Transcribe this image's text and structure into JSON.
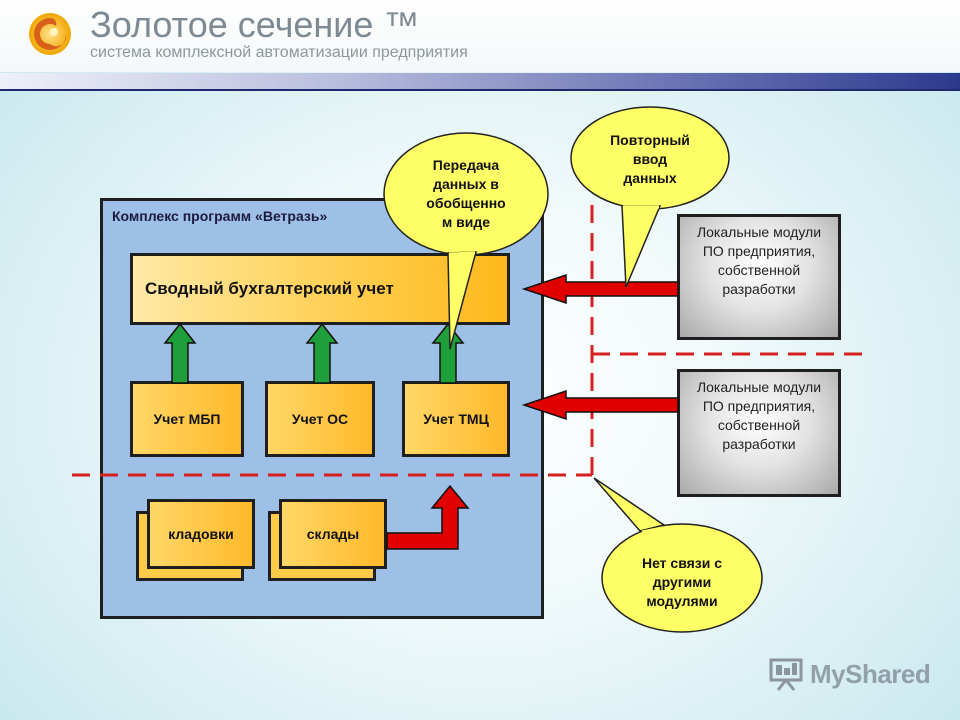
{
  "header": {
    "title": "Золотое сечение ™",
    "subtitle": "система комплексной автоматизации предприятия"
  },
  "complex": {
    "label": "Комплекс программ «Ветразь»",
    "summary": "Сводный бухгалтерский учет",
    "modules": [
      "Учет МБП",
      "Учет ОС",
      "Учет ТМЦ"
    ],
    "storage": [
      "кладовки",
      "склады"
    ]
  },
  "local_modules": [
    {
      "lines": [
        "Локальные модули",
        "ПО предприятия,",
        "собственной",
        "разработки"
      ]
    },
    {
      "lines": [
        "Локальные модули",
        "ПО предприятия,",
        "собственной",
        "разработки"
      ]
    }
  ],
  "callouts": {
    "transfer": [
      "Передача",
      "данных в",
      "обобщенно",
      "м виде"
    ],
    "reentry": [
      "Повторный",
      "ввод",
      "данных"
    ],
    "no_link": [
      "Нет связи с",
      "другими",
      "модулями"
    ]
  },
  "watermark": {
    "text": "MyShared"
  },
  "colors": {
    "box_blue": "#9ec0e6",
    "module_orange": "#ffb92b",
    "arrow_green": "#1f9e3c",
    "arrow_red": "#e00000",
    "bubble_yellow": "#ffff66",
    "dash_red": "#d62020"
  }
}
